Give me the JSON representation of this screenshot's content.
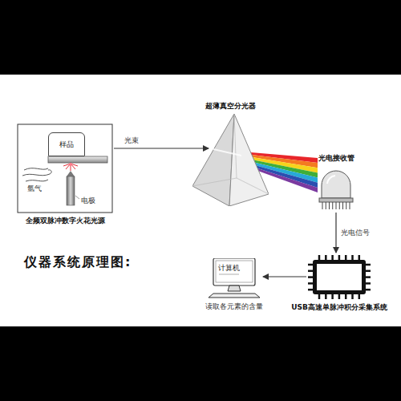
{
  "diagram": {
    "title": "仪器系统原理图:",
    "nodes": [
      {
        "text": [
          "全频双脉冲数字火花光源"
        ]
      },
      {
        "text": [
          "样品"
        ],
        "in": 0
      },
      {
        "text": [
          "超薄真空分光器"
        ]
      },
      {
        "text": [
          "光电接收管"
        ]
      },
      {
        "text": [
          "USB高速单脉冲积分采集系统"
        ]
      },
      {
        "text": [
          "计算机",
          "读取各元素的含量"
        ]
      }
    ],
    "edges": [
      {
        "from": 0,
        "to": 2,
        "label": "光束",
        "arrow": "to"
      },
      {
        "from": 3,
        "to": 4,
        "label": "光电信号",
        "arrow": "to"
      },
      {
        "from": 4,
        "to": 5,
        "arrow": "to"
      }
    ],
    "labels": [
      "氩气",
      "电极"
    ]
  }
}
